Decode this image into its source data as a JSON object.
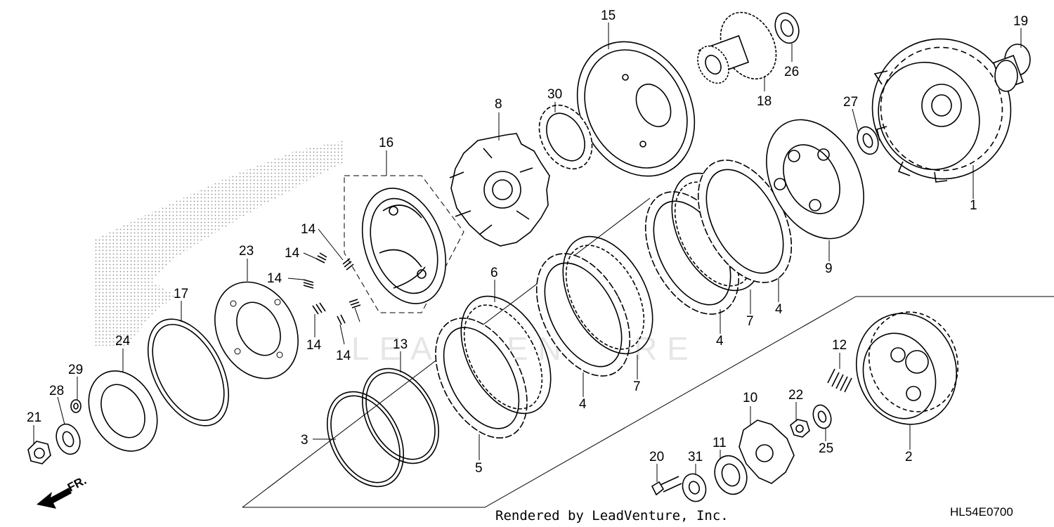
{
  "diagram": {
    "footer_text": "Rendered by LeadVenture, Inc.",
    "diagram_code": "HL54E0700",
    "watermark_text": "LEADVENTURE",
    "direction_label": "FR.",
    "callouts": [
      {
        "id": "c1",
        "label": "1"
      },
      {
        "id": "c2",
        "label": "2"
      },
      {
        "id": "c3",
        "label": "3"
      },
      {
        "id": "c4a",
        "label": "4"
      },
      {
        "id": "c4b",
        "label": "4"
      },
      {
        "id": "c4c",
        "label": "4"
      },
      {
        "id": "c5",
        "label": "5"
      },
      {
        "id": "c6",
        "label": "6"
      },
      {
        "id": "c7a",
        "label": "7"
      },
      {
        "id": "c7b",
        "label": "7"
      },
      {
        "id": "c8",
        "label": "8"
      },
      {
        "id": "c9",
        "label": "9"
      },
      {
        "id": "c10",
        "label": "10"
      },
      {
        "id": "c11",
        "label": "11"
      },
      {
        "id": "c12",
        "label": "12"
      },
      {
        "id": "c13",
        "label": "13"
      },
      {
        "id": "c14a",
        "label": "14"
      },
      {
        "id": "c14b",
        "label": "14"
      },
      {
        "id": "c14c",
        "label": "14"
      },
      {
        "id": "c14d",
        "label": "14"
      },
      {
        "id": "c14e",
        "label": "14"
      },
      {
        "id": "c15",
        "label": "15"
      },
      {
        "id": "c16",
        "label": "16"
      },
      {
        "id": "c17",
        "label": "17"
      },
      {
        "id": "c18",
        "label": "18"
      },
      {
        "id": "c19",
        "label": "19"
      },
      {
        "id": "c20",
        "label": "20"
      },
      {
        "id": "c21",
        "label": "21"
      },
      {
        "id": "c22",
        "label": "22"
      },
      {
        "id": "c23",
        "label": "23"
      },
      {
        "id": "c24",
        "label": "24"
      },
      {
        "id": "c25",
        "label": "25"
      },
      {
        "id": "c26",
        "label": "26"
      },
      {
        "id": "c27",
        "label": "27"
      },
      {
        "id": "c28",
        "label": "28"
      },
      {
        "id": "c29",
        "label": "29"
      },
      {
        "id": "c30",
        "label": "30"
      },
      {
        "id": "c31",
        "label": "31"
      }
    ]
  }
}
